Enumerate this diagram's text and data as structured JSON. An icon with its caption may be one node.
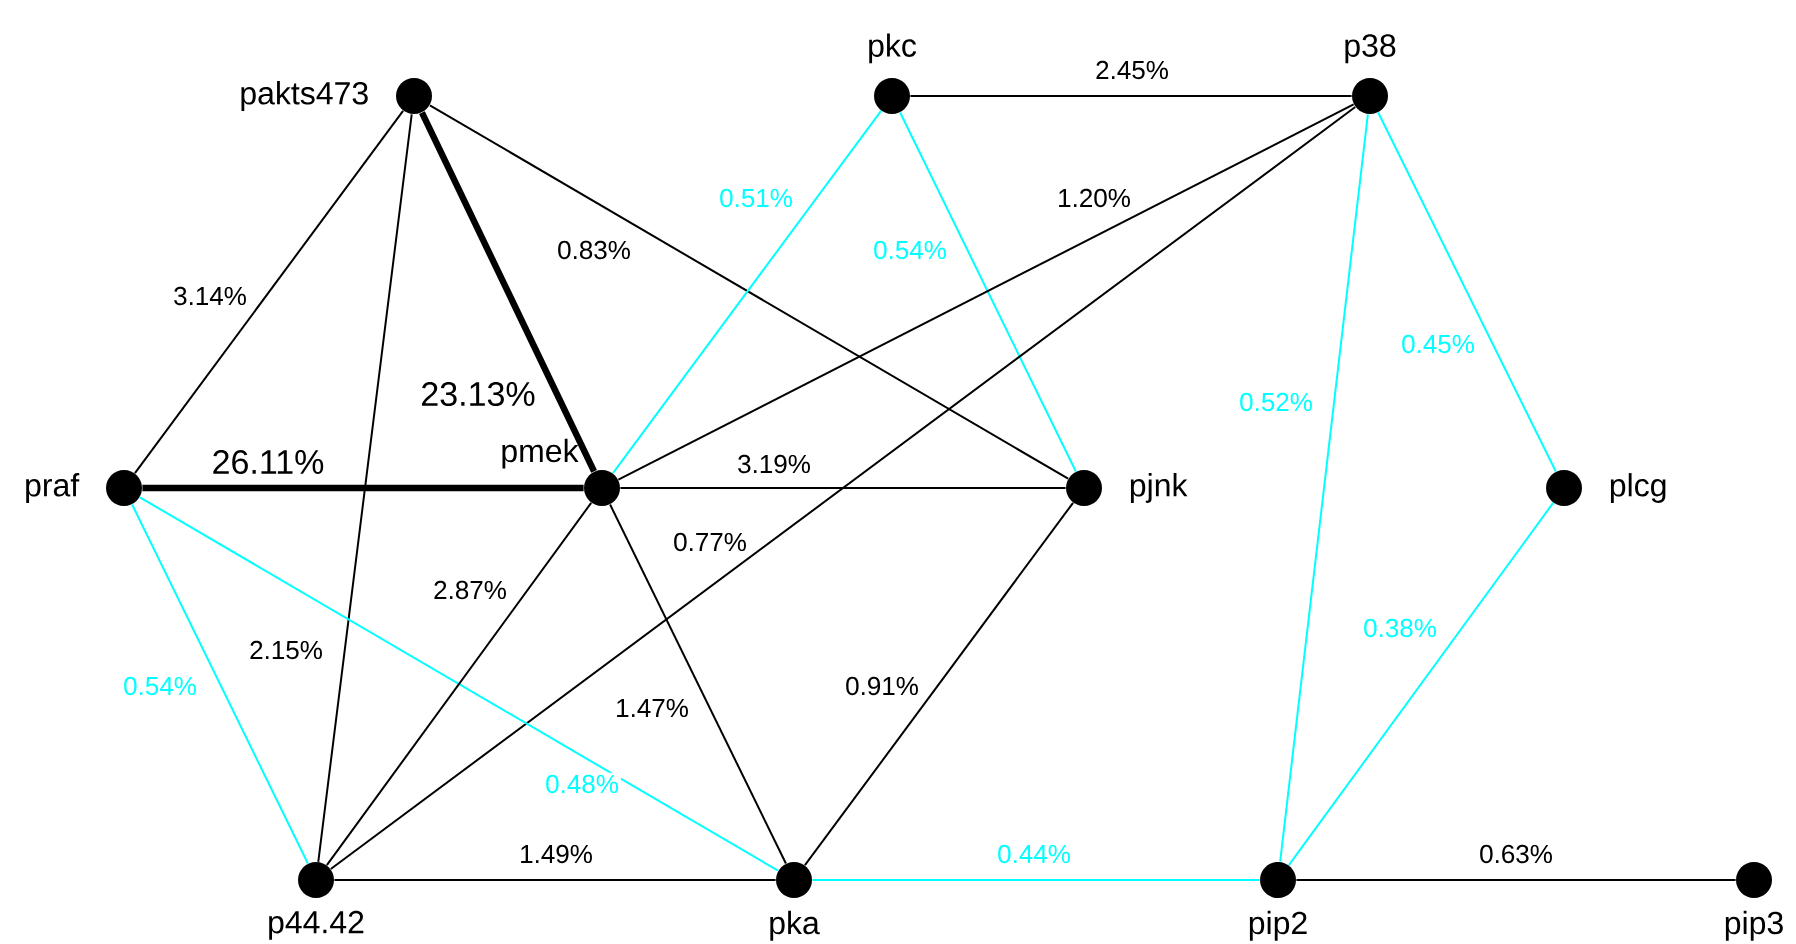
{
  "diagram": {
    "nodes": [
      {
        "text": [
          "pakts473"
        ]
      },
      {
        "text": [
          "pkc"
        ]
      },
      {
        "text": [
          "p38"
        ]
      },
      {
        "text": [
          "praf"
        ]
      },
      {
        "text": [
          "pmek"
        ]
      },
      {
        "text": [
          "pjnk"
        ]
      },
      {
        "text": [
          "plcg"
        ]
      },
      {
        "text": [
          "p44.42"
        ]
      },
      {
        "text": [
          "pka"
        ]
      },
      {
        "text": [
          "pip2"
        ]
      },
      {
        "text": [
          "pip3"
        ]
      }
    ],
    "edges": [
      {
        "from": 0,
        "to": 3,
        "arrow": "none",
        "label": "3.14%"
      },
      {
        "from": 0,
        "to": 7,
        "arrow": "none",
        "label": "2.15%"
      },
      {
        "from": 0,
        "to": 4,
        "arrow": "none",
        "label": "23.13%",
        "style": "thick"
      },
      {
        "from": 0,
        "to": 5,
        "arrow": "none",
        "label": "0.83%"
      },
      {
        "from": 1,
        "to": 2,
        "arrow": "none",
        "label": "2.45%"
      },
      {
        "from": 1,
        "to": 4,
        "arrow": "none",
        "label": "0.51%",
        "color": "#00ffff"
      },
      {
        "from": 1,
        "to": 5,
        "arrow": "none",
        "label": "0.54%",
        "color": "#00ffff"
      },
      {
        "from": 2,
        "to": 4,
        "arrow": "none",
        "label": "1.20%"
      },
      {
        "from": 2,
        "to": 7,
        "arrow": "none",
        "label": "0.77%"
      },
      {
        "from": 2,
        "to": 9,
        "arrow": "none",
        "label": "0.52%",
        "color": "#00ffff"
      },
      {
        "from": 2,
        "to": 6,
        "arrow": "none",
        "label": "0.45%",
        "color": "#00ffff"
      },
      {
        "from": 3,
        "to": 4,
        "arrow": "none",
        "label": "26.11%",
        "style": "thick"
      },
      {
        "from": 3,
        "to": 7,
        "arrow": "none",
        "label": "0.54%",
        "color": "#00ffff"
      },
      {
        "from": 3,
        "to": 8,
        "arrow": "none",
        "label": "0.48%",
        "color": "#00ffff"
      },
      {
        "from": 4,
        "to": 5,
        "arrow": "none",
        "label": "3.19%"
      },
      {
        "from": 4,
        "to": 7,
        "arrow": "none",
        "label": "2.87%"
      },
      {
        "from": 4,
        "to": 8,
        "arrow": "none",
        "label": "1.47%"
      },
      {
        "from": 5,
        "to": 8,
        "arrow": "none",
        "label": "0.91%"
      },
      {
        "from": 7,
        "to": 8,
        "arrow": "none",
        "label": "1.49%"
      },
      {
        "from": 8,
        "to": 9,
        "arrow": "none",
        "label": "0.44%",
        "color": "#00ffff"
      },
      {
        "from": 6,
        "to": 9,
        "arrow": "none",
        "label": "0.38%",
        "color": "#00ffff"
      },
      {
        "from": 9,
        "to": 10,
        "arrow": "none",
        "label": "0.63%"
      }
    ]
  }
}
